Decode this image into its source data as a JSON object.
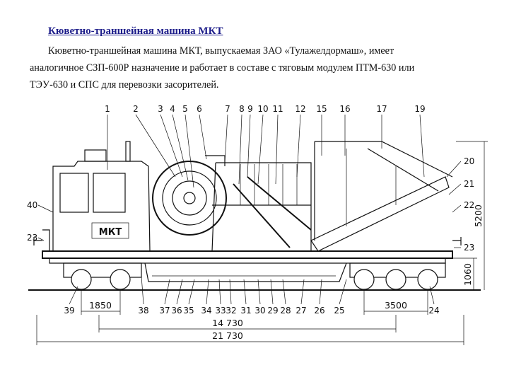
{
  "heading": "Кюветно-траншейная машина МКТ",
  "description": {
    "line1": "Кюветно-траншейная машина МКТ, выпускаемая ЗАО «Тулажелдормаш», имеет",
    "line2": "аналогичное СЗП-600Р назначение и работает в составе с тяговым модулем ПТМ-630 или",
    "line3": "ТЭУ-630 и СПС для перевозки засорителей."
  },
  "drawing": {
    "cab_marking": "МКТ",
    "top_callouts": [
      "1",
      "2",
      "3",
      "4",
      "5",
      "6",
      "7",
      "8",
      "9",
      "10",
      "11",
      "12",
      "15",
      "16",
      "17",
      "19"
    ],
    "right_callouts": [
      "20",
      "21",
      "22",
      "23"
    ],
    "left_callouts": [
      "40",
      "23"
    ],
    "bottom_callouts": [
      "39",
      "38",
      "37",
      "36",
      "35",
      "34",
      "33",
      "32",
      "31",
      "30",
      "29",
      "28",
      "27",
      "26",
      "25",
      "24"
    ],
    "dimensions": {
      "bogie_base_left": "1850",
      "bogie_base_right": "3500",
      "frame_length": "14 730",
      "overall_length": "21 730",
      "overall_height": "5200",
      "deck_height": "1060"
    }
  }
}
